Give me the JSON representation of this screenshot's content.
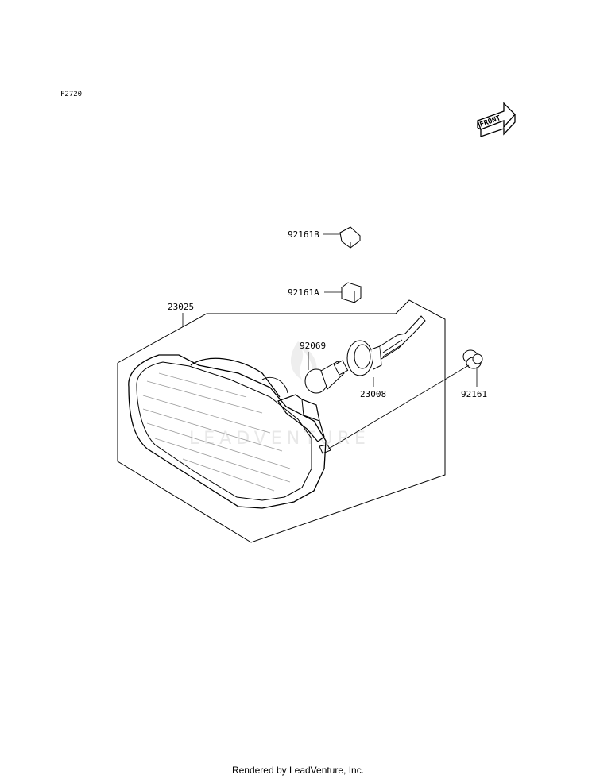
{
  "diagram": {
    "figure_code": "F2720",
    "front_label": "FRONT",
    "watermark": "LEADVENTURE",
    "parts": [
      {
        "id": "housing",
        "label": "23025"
      },
      {
        "id": "clip_b",
        "label": "92161B"
      },
      {
        "id": "clip_a",
        "label": "92161A"
      },
      {
        "id": "bulb",
        "label": "92069"
      },
      {
        "id": "socket",
        "label": "23008"
      },
      {
        "id": "grommet",
        "label": "92161"
      }
    ]
  },
  "footer": {
    "text": "Rendered by LeadVenture, Inc."
  }
}
